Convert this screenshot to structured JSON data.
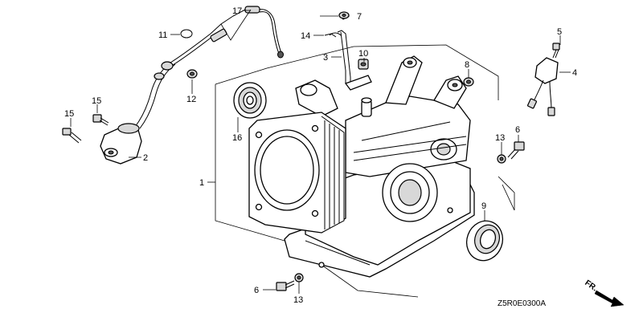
{
  "diagram": {
    "callouts": [
      {
        "id": "c17",
        "label": "17"
      },
      {
        "id": "c11",
        "label": "11"
      },
      {
        "id": "c7",
        "label": "7"
      },
      {
        "id": "c14",
        "label": "14"
      },
      {
        "id": "c10",
        "label": "10"
      },
      {
        "id": "c3",
        "label": "3"
      },
      {
        "id": "c5",
        "label": "5"
      },
      {
        "id": "c4",
        "label": "4"
      },
      {
        "id": "c8",
        "label": "8"
      },
      {
        "id": "c12",
        "label": "12"
      },
      {
        "id": "c15a",
        "label": "15"
      },
      {
        "id": "c15b",
        "label": "15"
      },
      {
        "id": "c16",
        "label": "16"
      },
      {
        "id": "c2",
        "label": "2"
      },
      {
        "id": "c1",
        "label": "1"
      },
      {
        "id": "c13a",
        "label": "13"
      },
      {
        "id": "c6a",
        "label": "6"
      },
      {
        "id": "c9",
        "label": "9"
      },
      {
        "id": "c6b",
        "label": "6"
      },
      {
        "id": "c13b",
        "label": "13"
      }
    ],
    "direction_label": "FR.",
    "drawing_code": "Z5R0E0300A"
  }
}
